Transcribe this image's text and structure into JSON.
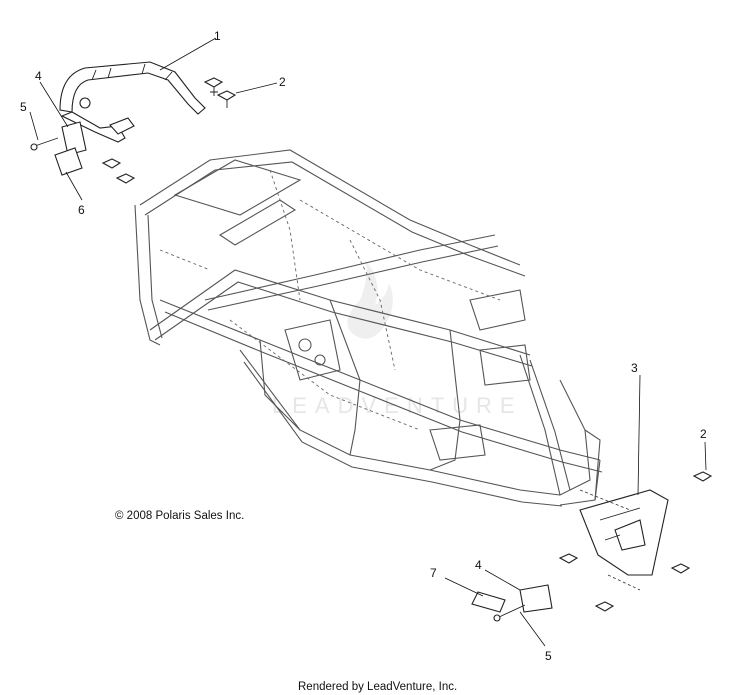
{
  "callouts": [
    "1",
    "2",
    "4",
    "5",
    "6",
    "2",
    "3",
    "7",
    "4",
    "5"
  ],
  "copyright": "© 2008 Polaris Sales Inc.",
  "watermark": "LEADVENTURE",
  "footer": "Rendered by LeadVenture, Inc."
}
